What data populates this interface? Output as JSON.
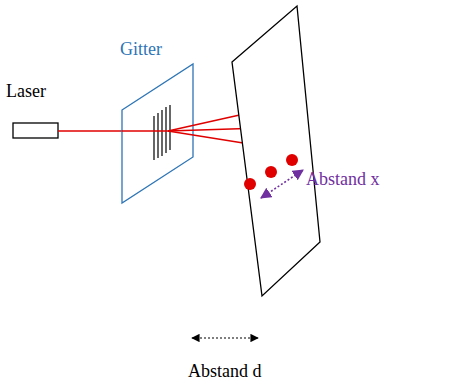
{
  "diagram": {
    "labels": [
      "Laser",
      "Gitter",
      "Abstand x",
      "Abstand d"
    ]
  }
}
